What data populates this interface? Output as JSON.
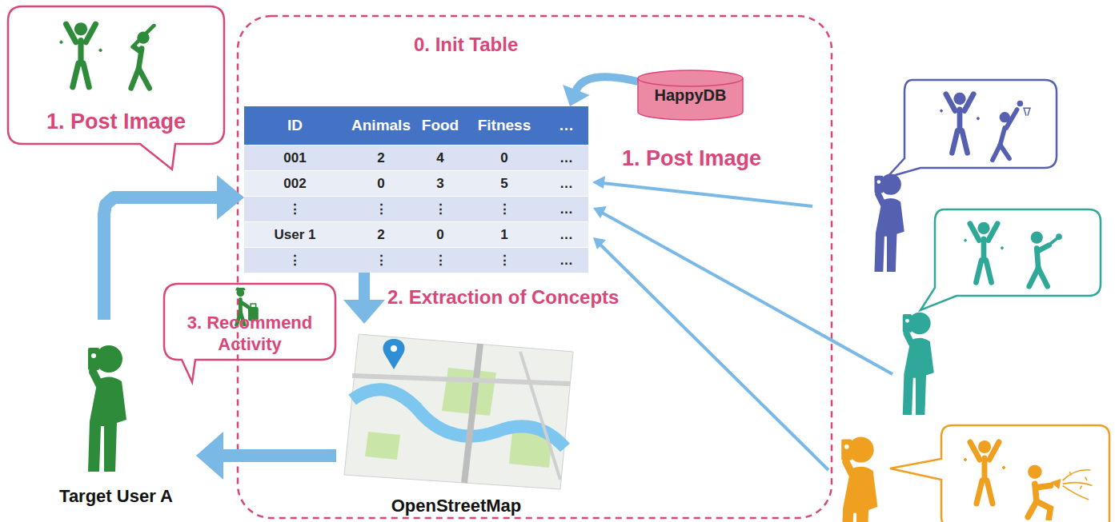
{
  "diagram": {
    "nodes": [
      {
        "text": [
          "1. Post Image"
        ]
      },
      {
        "text": [
          "HappyDB"
        ]
      },
      {
        "text": [
          "ID",
          "Animals",
          "Food",
          "Fitness",
          "…",
          "001",
          "2",
          "4",
          "0",
          "…",
          "002",
          "0",
          "3",
          "5",
          "…",
          "⋮",
          "⋮",
          "⋮",
          "⋮",
          "…",
          "User 1",
          "2",
          "0",
          "1",
          "…",
          "⋮",
          "⋮",
          "⋮",
          "⋮",
          "…"
        ]
      },
      {
        "text": [
          "3. Recommend Activity"
        ]
      },
      {
        "text": [
          "Target User A"
        ]
      },
      {
        "text": [
          "OpenStreetMap"
        ]
      }
    ],
    "edges": [
      {
        "from": 1,
        "to": 2,
        "arrow": "to",
        "label": "0. Init Table"
      },
      {
        "from": 4,
        "to": 2,
        "arrow": "to"
      },
      {
        "from": 2,
        "to": 5,
        "arrow": "to",
        "label": "2. Extraction of Concepts"
      },
      {
        "from": 5,
        "to": 4,
        "arrow": "to"
      }
    ],
    "labels": [
      "1. Post Image"
    ]
  }
}
